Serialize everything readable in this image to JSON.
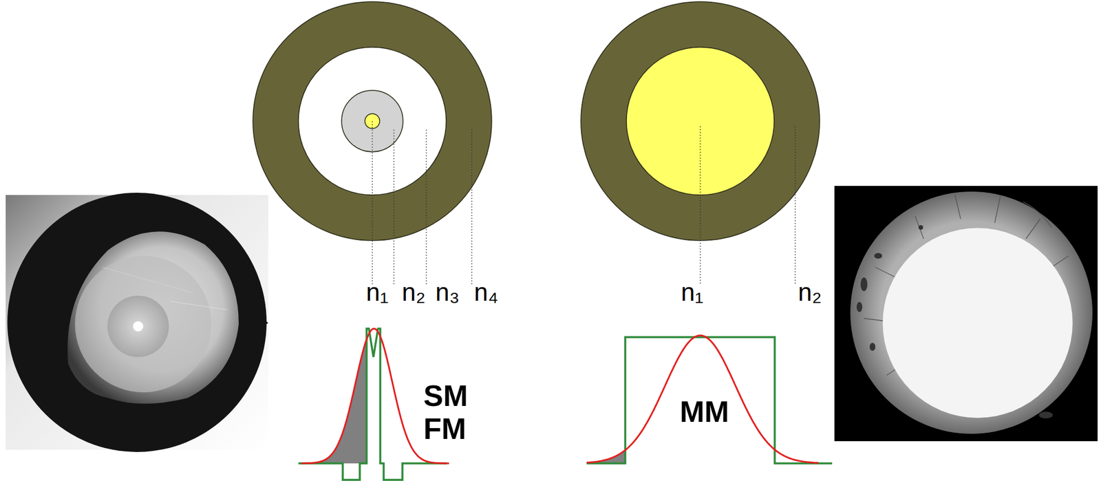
{
  "diagram": {
    "labels": [
      "n₁",
      "n₂",
      "n₃",
      "n₄",
      "SM FM",
      "n₁",
      "n₂",
      "MM"
    ]
  }
}
